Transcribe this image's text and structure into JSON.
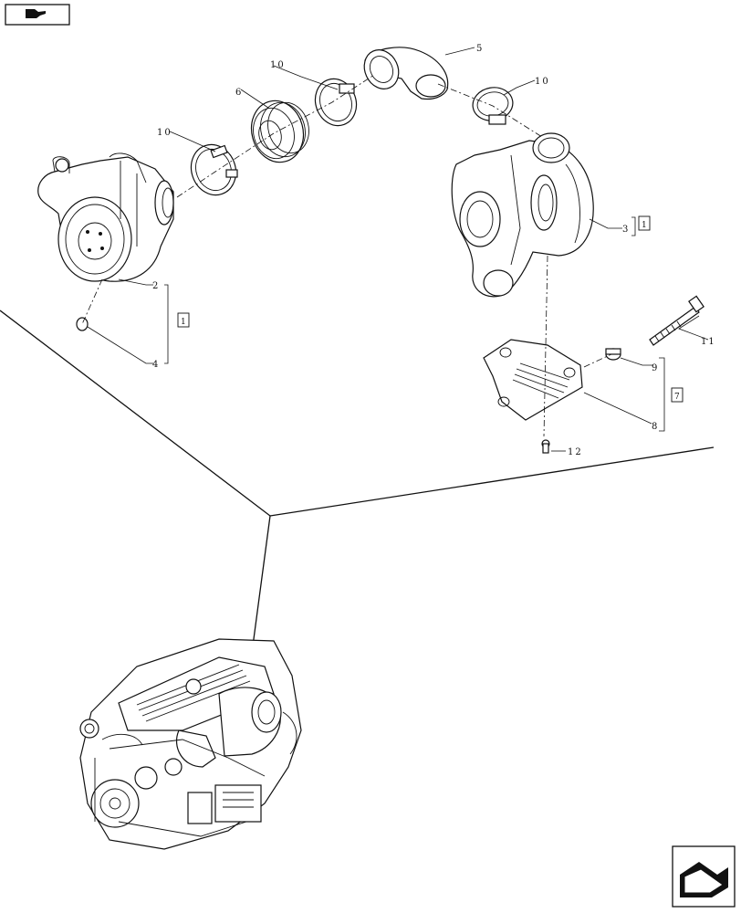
{
  "nav": {
    "top_icon": "previous-page-arrow-icon",
    "bottom_icon": "next-page-arrow-icon"
  },
  "callouts": {
    "c2": "2",
    "c3": "3",
    "c4": "4",
    "c5": "5",
    "c6": "6",
    "c8": "8",
    "c9": "9",
    "c10a": "10",
    "c10b": "10",
    "c10c": "10",
    "c11": "11",
    "c12": "12"
  },
  "group_refs": {
    "g1_left": "1",
    "g1_right": "1",
    "g7": "7"
  }
}
